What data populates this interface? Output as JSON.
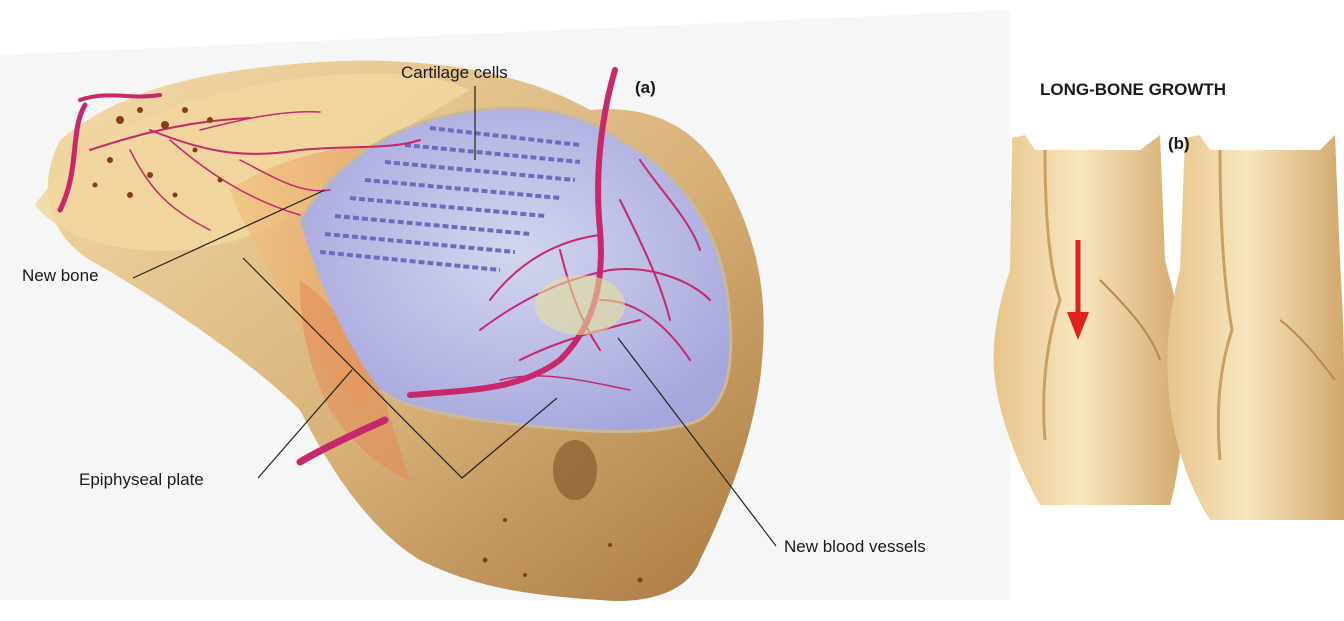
{
  "panel_a": {
    "panel_label": "(a)",
    "labels": {
      "cartilage_cells": "Cartilage cells",
      "new_bone": "New bone",
      "epiphyseal_plate": "Epiphyseal plate",
      "new_blood_vessels": "New blood vessels"
    }
  },
  "panel_b": {
    "title": "LONG-BONE GROWTH",
    "panel_label": "(b)"
  },
  "colors": {
    "bone": "#d9b27a",
    "bone_shadow": "#a8783e",
    "cartilage": "#b7b6e6",
    "blood_vessel": "#d0266e",
    "growth_arrow": "#e3211c"
  }
}
